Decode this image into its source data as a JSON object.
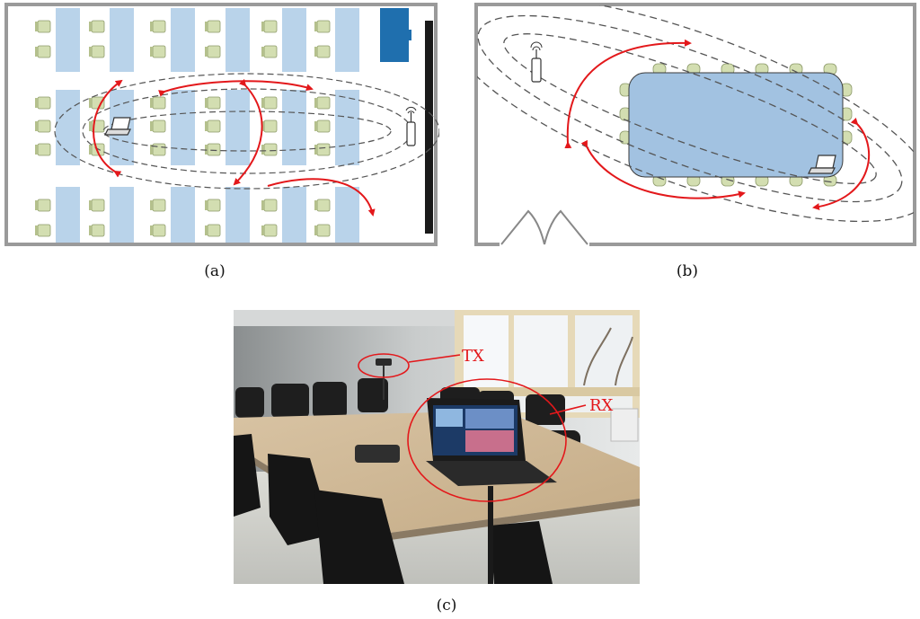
{
  "captions": {
    "a": "(a)",
    "b": "(b)",
    "c": "(c)"
  },
  "photo_labels": {
    "tx": "TX",
    "rx": "RX"
  },
  "colors": {
    "wall": "#9a9a9a",
    "desk": "#b9d3ea",
    "chair": "#d3deb1",
    "table": "#a2c2e1",
    "arrow": "#e3181b",
    "cabinet": "#1f6fae",
    "board": "#1a1a1a"
  },
  "icons": [
    "router-icon",
    "laptop-icon",
    "door-icon",
    "cabinet-icon",
    "whiteboard-icon"
  ]
}
